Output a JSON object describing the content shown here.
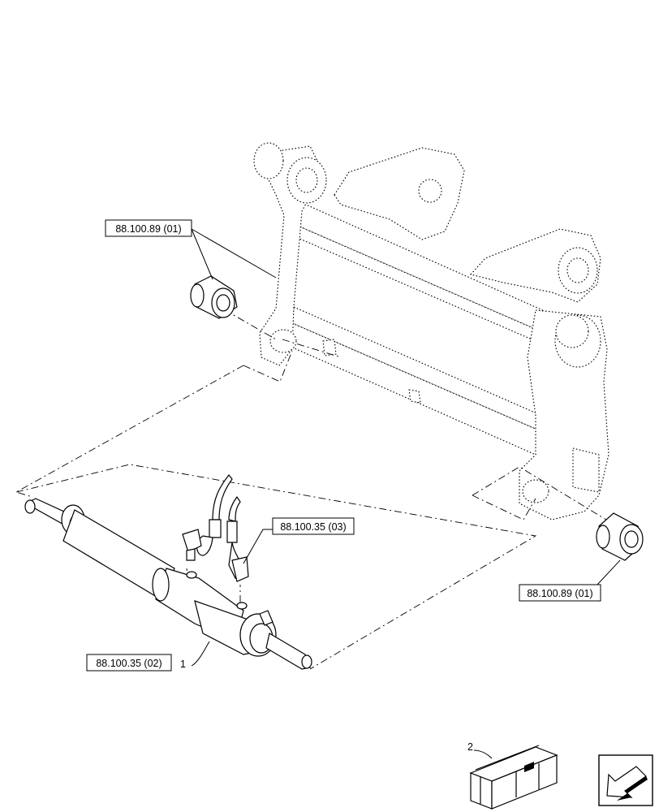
{
  "references": {
    "frame_bushing_upper": "88.100.89 (01)",
    "frame_bushing_lower": "88.100.89 (01)",
    "hose_fitting": "88.100.35 (03)",
    "cylinder": "88.100.35 (02)"
  },
  "callouts": {
    "cylinder_item": "1",
    "kit_item": "2"
  },
  "icons": {
    "orientation": "orientation-arrow-icon",
    "kit": "parts-kit-box-icon"
  },
  "colors": {
    "line": "#000000",
    "background": "#ffffff"
  }
}
